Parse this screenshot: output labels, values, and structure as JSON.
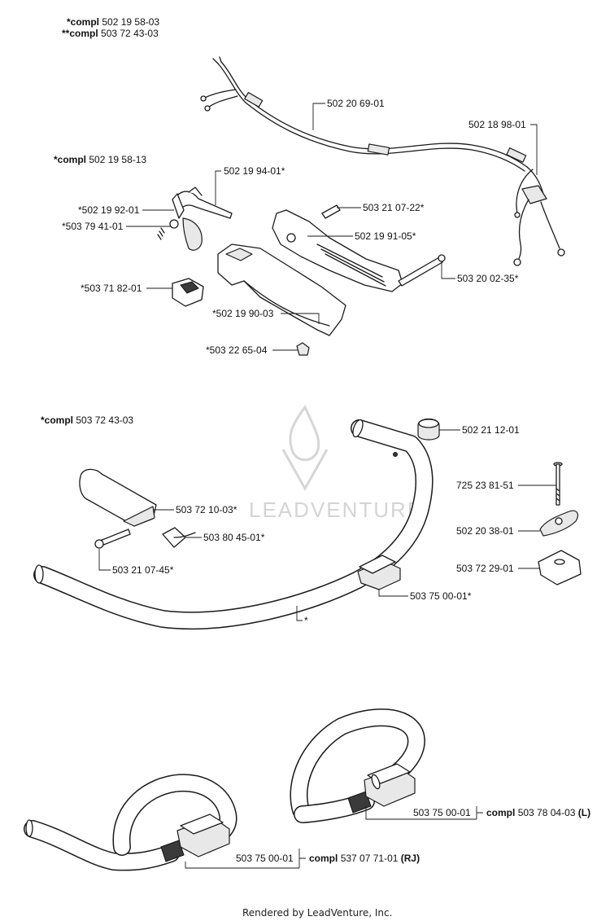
{
  "header": {
    "compl_prefix_1": "*compl",
    "compl_number_1": "502 19 58-03",
    "compl_prefix_2": "**compl",
    "compl_number_2": "503 72 43-03"
  },
  "top_assembly": {
    "compl_prefix": "*compl",
    "compl_number": "502 19 58-13",
    "labels": {
      "cable": "502 20 69-01",
      "connector": "502 18 98-01",
      "lever": "502 19 94-01*",
      "trigger": "*502 19 92-01",
      "spring": "*503 79 41-01",
      "screw_top": "503 21 07-22*",
      "handle_half": "502 19 91-05*",
      "screw_right": "503 20 02-35*",
      "switch": "*503 71 82-01",
      "handle_body": "*502 19 90-03",
      "nut": "*503 22 65-04"
    }
  },
  "middle_assembly": {
    "compl_prefix": "*compl",
    "compl_number": "503 72 43-03",
    "labels": {
      "clip": "502 21 12-01",
      "grip": "503 72 10-03*",
      "bolt": "725 23 81-51",
      "clamp": "503 80 45-01*",
      "knob": "502 20 38-01",
      "screw": "503 21 07-45*",
      "bracket": "503 72 29-01",
      "bracket_lower": "503 75 00-01*",
      "handlebar": "*"
    }
  },
  "bottom_assembly": {
    "loop_l": {
      "part": "503 75 00-01",
      "compl_prefix": "compl",
      "compl_number": "503 78 04-03",
      "compl_suffix": "(L)"
    },
    "loop_rj": {
      "part": "503 75 00-01",
      "compl_prefix": "compl",
      "compl_number": "537 07 71-01",
      "compl_suffix": "(RJ)"
    }
  },
  "watermark": {
    "text": "LEADVENTURE"
  },
  "footer": {
    "text": "Rendered by LeadVenture, Inc."
  }
}
